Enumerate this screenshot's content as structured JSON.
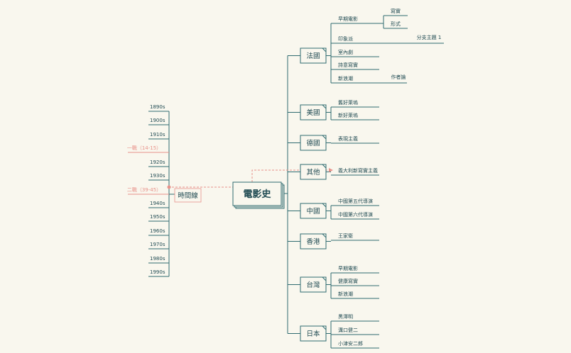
{
  "center": {
    "label": "電影史"
  },
  "timeline": {
    "label": "時間線",
    "years": [
      "1890s",
      "1900s",
      "1910s",
      "1920s",
      "1930s",
      "1940s",
      "1950s",
      "1960s",
      "1970s",
      "1980s",
      "1990s"
    ],
    "wars": [
      "一戰（14-15）",
      "二戰（39-45）"
    ]
  },
  "countries": [
    {
      "label": "法國",
      "children": [
        {
          "label": "早期電影",
          "sub": [
            "寫實",
            "形式"
          ]
        },
        {
          "label": "印象派",
          "sub": [
            "分支主題 1"
          ]
        },
        {
          "label": "室內劇"
        },
        {
          "label": "詩意寫實"
        },
        {
          "label": "新浪潮",
          "sub": [
            "作者論"
          ]
        }
      ]
    },
    {
      "label": "美國",
      "children": [
        {
          "label": "舊好萊塢"
        },
        {
          "label": "新好萊塢"
        }
      ]
    },
    {
      "label": "德國",
      "children": [
        {
          "label": "表現主義"
        }
      ]
    },
    {
      "label": "其他",
      "children": [
        {
          "label": "義大利新寫實主義"
        }
      ]
    },
    {
      "label": "中國",
      "children": [
        {
          "label": "中國第五代導演"
        },
        {
          "label": "中國第六代導演"
        }
      ]
    },
    {
      "label": "香港",
      "children": [
        {
          "label": "王家衛"
        }
      ]
    },
    {
      "label": "台灣",
      "children": [
        {
          "label": "早期電影"
        },
        {
          "label": "健康寫實"
        },
        {
          "label": "新浪潮"
        }
      ]
    },
    {
      "label": "日本",
      "children": [
        {
          "label": "黑澤明"
        },
        {
          "label": "溝口健二"
        },
        {
          "label": "小津安二郎"
        }
      ]
    }
  ],
  "colors": {
    "line": "#2f6b70",
    "accent": "#e8928a",
    "bg": "#f9f7ee"
  }
}
